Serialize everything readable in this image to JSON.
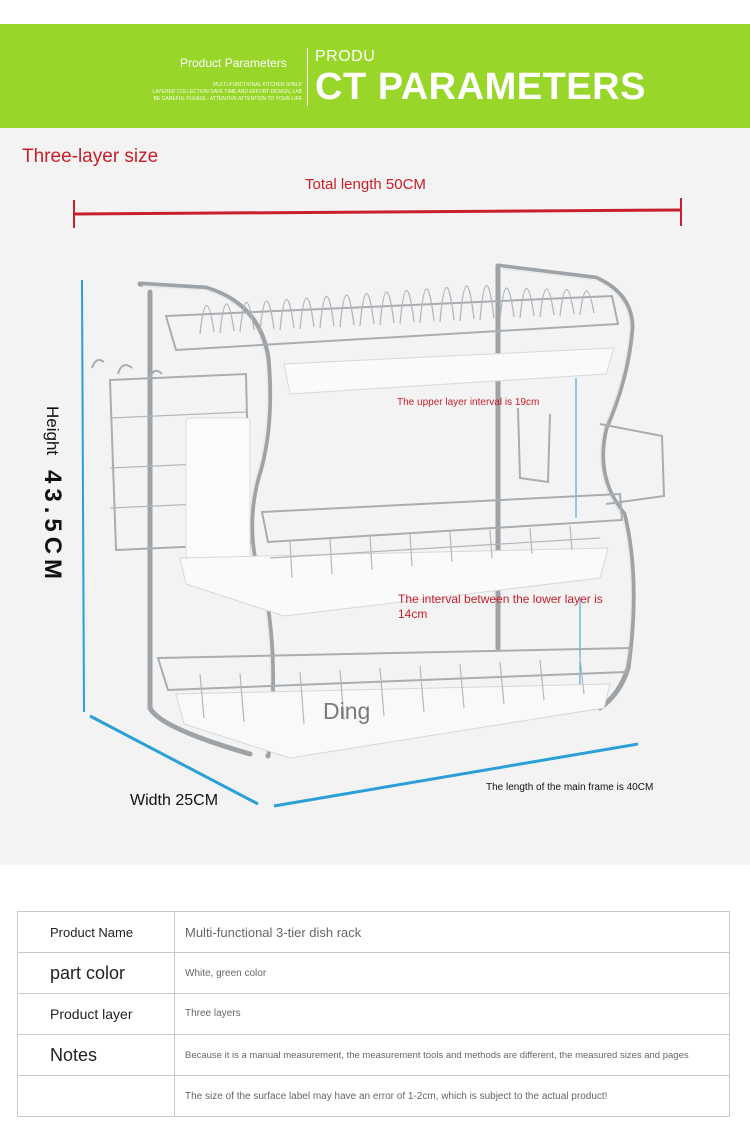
{
  "banner": {
    "small_title": "Product Parameters",
    "tiny_lines": [
      "MULTI-FUNCTIONAL KITCHEN SHELF",
      "LAYERED COLLECTION SAVE TIME AND EFFORT DESIGN, LAB",
      "BE CAREFUL PLEASE · ATTENTIVE ATTENTION TO YOUR LIFE"
    ],
    "title_top": "PRODU",
    "title_main": "CT PARAMETERS",
    "color": "#98d62a"
  },
  "diagram": {
    "section_title": "Three-layer size",
    "total_length": "Total length 50CM",
    "height_word": "Height",
    "height_value": "43.5CM",
    "upper_interval": "The upper layer interval is 19cm",
    "lower_interval": "The interval between the lower layer is 14cm",
    "watermark": "Ding",
    "width": "Width 25CM",
    "main_frame": "The length of the main frame is 40CM",
    "accent_red": "#c8202a",
    "accent_blue": "#2a9fd8"
  },
  "table": {
    "rows": [
      {
        "key": "Product Name",
        "value": "Multi-functional 3-tier dish rack"
      },
      {
        "key": "part color",
        "value": "White, green color"
      },
      {
        "key": "Product layer",
        "value": "Three layers"
      },
      {
        "key": "Notes",
        "value": "Because it is a manual measurement, the measurement tools and methods are different, the measured sizes and pages"
      },
      {
        "key": "",
        "value": "The size of the surface label may have an error of 1-2cm, which is subject to the actual product!"
      }
    ]
  }
}
